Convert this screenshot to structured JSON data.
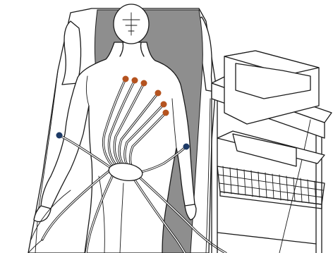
{
  "colors": {
    "background": "#ffffff",
    "outline": "#1a1a1a",
    "bed_sheet": "#8e8e8e",
    "chest_electrode": "#b5531f",
    "limb_electrode": "#1d3a66"
  },
  "elements": {
    "bed": "hospital-bed",
    "patient": "reclining-patient",
    "chest_electrodes": "six-precordial-electrodes",
    "limb_electrodes": "two-wrist-electrodes",
    "lead_cables": "ecg-lead-wire-bundle",
    "cable_junction": "lead-cable-junction-box",
    "machine": "ecg-machine-on-cart",
    "basket": "cart-wire-basket"
  },
  "chest_electrode_count": 6,
  "limb_electrode_count": 2
}
